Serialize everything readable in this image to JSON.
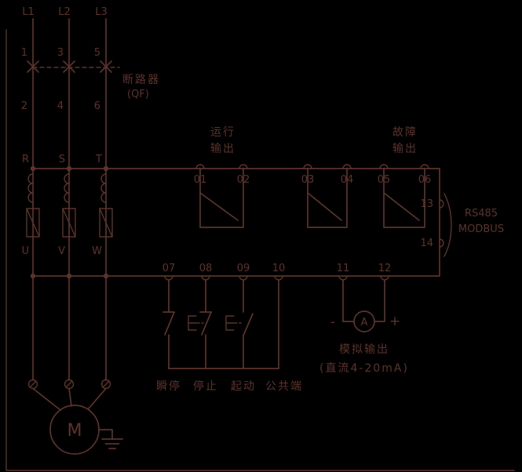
{
  "colors": {
    "background": "#000000",
    "line": "#5c332c"
  },
  "power": {
    "phases": [
      "L1",
      "L2",
      "L3"
    ],
    "breaker_terminals_top": [
      "1",
      "3",
      "5"
    ],
    "breaker_terminals_bottom": [
      "2",
      "4",
      "6"
    ],
    "breaker_label": "断路器",
    "breaker_code": "(QF)",
    "input_terminals": [
      "R",
      "S",
      "T"
    ],
    "output_terminals": [
      "U",
      "V",
      "W"
    ],
    "motor_label": "M"
  },
  "relay_outputs": {
    "terminals": [
      "01",
      "02",
      "03",
      "04",
      "05",
      "06"
    ],
    "run_label": [
      "运行",
      "输出"
    ],
    "fault_label": [
      "故障",
      "输出"
    ]
  },
  "comm": {
    "terminals": [
      "13",
      "14"
    ],
    "protocol": [
      "RS485",
      "MODBUS"
    ]
  },
  "control": {
    "terminals": [
      "07",
      "08",
      "09",
      "10",
      "11",
      "12"
    ],
    "input_labels": [
      "瞬停",
      "停止",
      "起动",
      "公共端"
    ],
    "ammeter": "A",
    "minus": "-",
    "plus": "+",
    "analog_label": "模拟输出",
    "analog_range": "(直流4-20mA)"
  }
}
